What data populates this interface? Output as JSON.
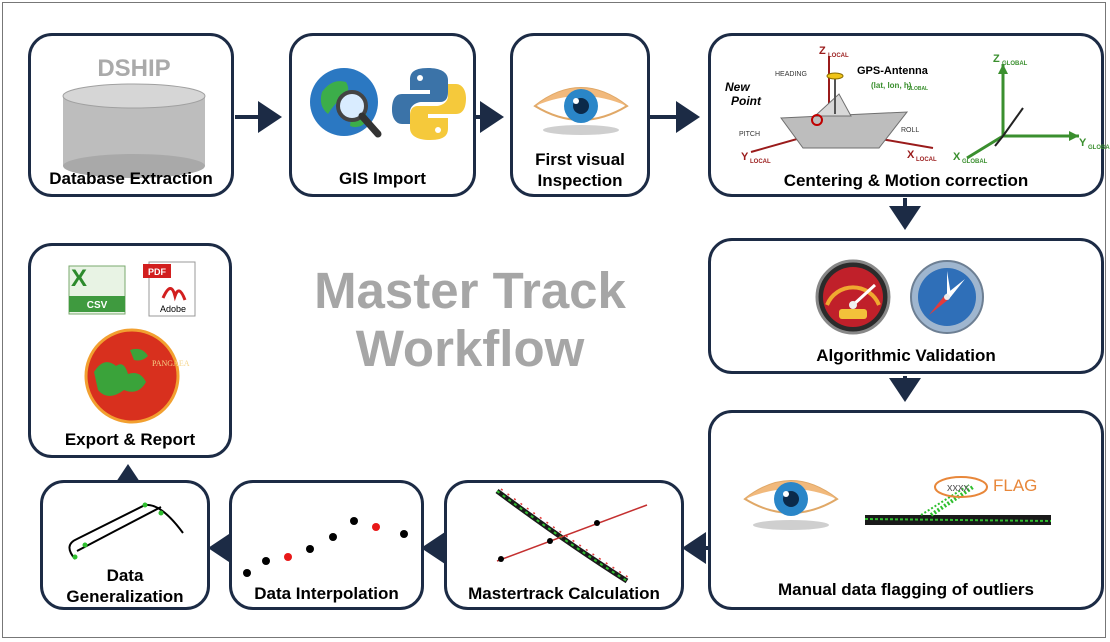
{
  "title": {
    "line1": "Master Track",
    "line2": "Workflow"
  },
  "steps": {
    "database": {
      "label": "Database Extraction",
      "logo": "DSHIP"
    },
    "gis": {
      "label": "GIS Import"
    },
    "visual": {
      "label_line1": "First visual",
      "label_line2": "Inspection"
    },
    "centering": {
      "label": "Centering & Motion correction",
      "heading": "HEADING",
      "gps": "GPS-Antenna",
      "gps_sub": "(lat, lon, h)",
      "gps_sub_idx": "GLOBAL",
      "new_point_1": "New",
      "new_point_2": "Point",
      "pitch": "PITCH",
      "roll": "ROLL",
      "z_local": "Z",
      "y_local": "Y",
      "x_local": "X",
      "local_sub": "LOCAL",
      "z_global": "Z",
      "y_global": "Y",
      "x_global": "X",
      "global_sub": "GLOBAL"
    },
    "algorithmic": {
      "label": "Algorithmic Validation"
    },
    "flagging": {
      "label": "Manual data flagging of outliers",
      "flag": "FLAG"
    },
    "mastertrack": {
      "label": "Mastertrack Calculation"
    },
    "interpolation": {
      "label": "Data Interpolation"
    },
    "generalization": {
      "label_line1": "Data",
      "label_line2": "Generalization"
    },
    "export": {
      "label": "Export & Report",
      "csv": "CSV",
      "pdf": "PDF",
      "adobe": "Adobe",
      "pangaea": "PANGAEA"
    }
  },
  "colors": {
    "border": "#1c2b45",
    "arrow": "#1c2b45",
    "title": "#a6a6a6"
  },
  "icons": [
    "database-icon",
    "globe-search-icon",
    "python-icon",
    "eye-icon",
    "ship-axes-icon",
    "global-axes-icon",
    "speedometer-icon",
    "compass-icon",
    "flagged-track-icon",
    "track-crossing-icon",
    "interpolation-dots-icon",
    "generalized-track-icon",
    "excel-csv-icon",
    "pdf-icon",
    "pangaea-icon"
  ]
}
